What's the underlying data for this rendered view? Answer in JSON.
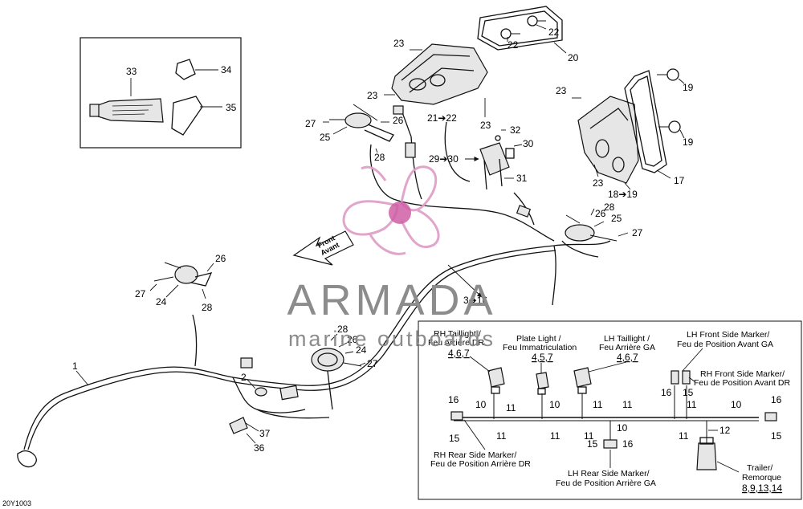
{
  "watermark": {
    "brand": "ARMADA",
    "tagline": "marine outboards",
    "colors": {
      "logo_pink": "#e0a0c8",
      "logo_hub": "#cc55a0",
      "text_gray": "#8c8c8c"
    }
  },
  "figure_code": "20Y1003",
  "direction_arrow": {
    "line1": "Front",
    "line2": "Avant"
  },
  "callouts": {
    "c1": "1",
    "c2": "2",
    "c3_16": "3➔16",
    "c17": "17",
    "c18_19": "18➔19",
    "c19a": "19",
    "c19b": "19",
    "c20": "20",
    "c21_22": "21➔22",
    "c22a": "22",
    "c22b": "22",
    "c23a": "23",
    "c23b": "23",
    "c23c": "23",
    "c23d": "23",
    "c23e": "23",
    "c24a": "24",
    "c24b": "24",
    "c25a": "25",
    "c25b": "25",
    "c26a": "26",
    "c26b": "26",
    "c26c": "26",
    "c26d": "26",
    "c27a": "27",
    "c27b": "27",
    "c27c": "27",
    "c27d": "27",
    "c28a": "28",
    "c28b": "28",
    "c28c": "28",
    "c28d": "28",
    "c29_30": "29➔30",
    "c30": "30",
    "c31": "31",
    "c32": "32",
    "c33": "33",
    "c34": "34",
    "c35": "35",
    "c36": "36",
    "c37": "37"
  },
  "detail": {
    "rh_taillight": {
      "l1": "RH Taillight /",
      "l2": "Feu Arrière DR",
      "refs": "4,6,7"
    },
    "plate_light": {
      "l1": "Plate Light /",
      "l2": "Feu Immatriculation",
      "refs": "4,5,7"
    },
    "lh_taillight": {
      "l1": "LH Taillight /",
      "l2": "Feu Arrière GA",
      "refs": "4,6,7"
    },
    "lh_front_marker": {
      "l1": "LH Front Side Marker/",
      "l2": "Feu de Position Avant GA"
    },
    "rh_front_marker": {
      "l1": "RH Front Side Marker/",
      "l2": "Feu de Position Avant DR"
    },
    "rh_rear_marker": {
      "l1": "RH Rear Side Marker/",
      "l2": "Feu de Position Arrière DR"
    },
    "lh_rear_marker": {
      "l1": "LH Rear Side Marker/",
      "l2": "Feu de Position Arrière GA"
    },
    "trailer": {
      "l1": "Trailer/",
      "l2": "Remorque",
      "refs": "8,9,13,14"
    },
    "nums": {
      "n10a": "10",
      "n10b": "10",
      "n10c": "10",
      "n10d": "10",
      "n11a": "11",
      "n11b": "11",
      "n11c": "11",
      "n11d": "11",
      "n11e": "11",
      "n11f": "11",
      "n11g": "11",
      "n11h": "11",
      "n12": "12",
      "n15a": "15",
      "n15b": "15",
      "n15c": "15",
      "n15d": "15",
      "n16a": "16",
      "n16b": "16",
      "n16c": "16",
      "n16d": "16"
    }
  }
}
